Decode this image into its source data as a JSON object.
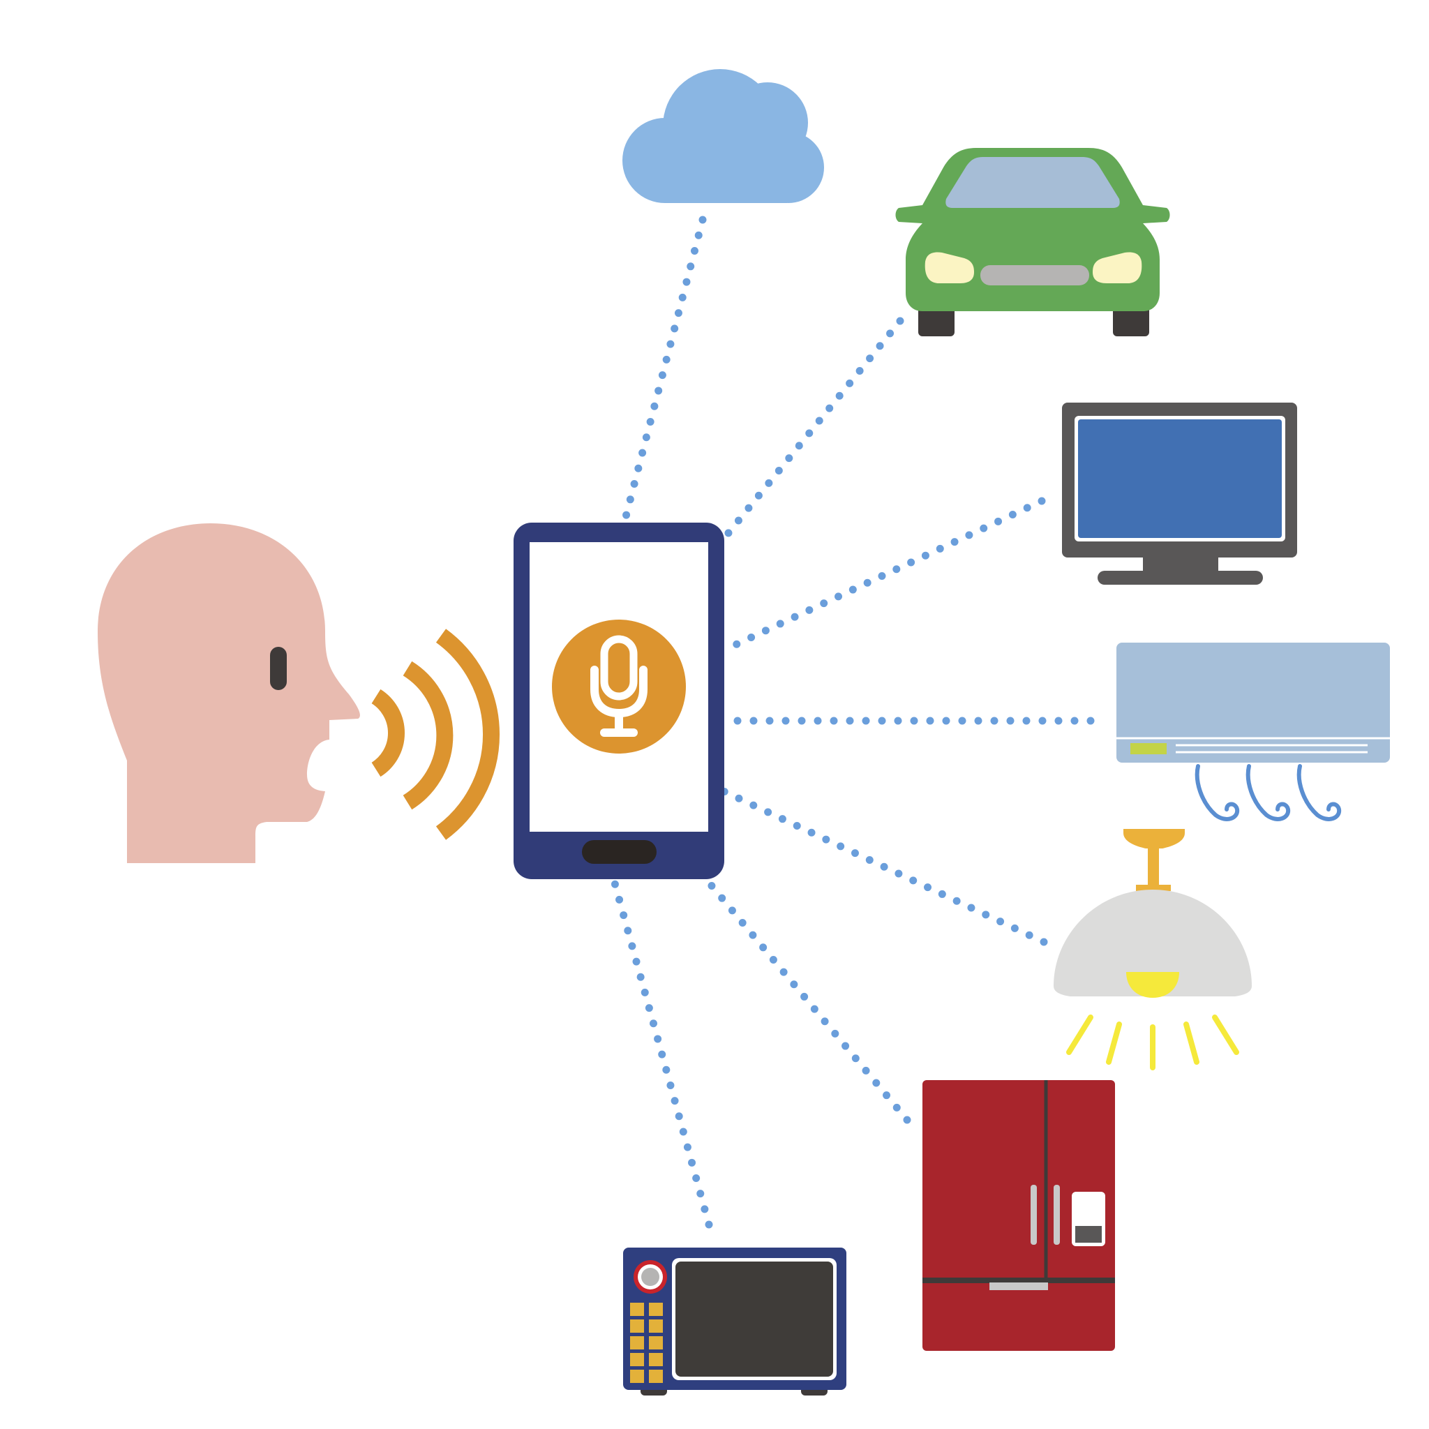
{
  "diagram": {
    "hub": "smartphone-voice-assistant",
    "speaker": "person-speaking",
    "connections": [
      "cloud",
      "car",
      "television",
      "air-conditioner",
      "ceiling-light",
      "refrigerator",
      "microwave"
    ],
    "icons": {
      "person": "person-head-icon",
      "sound": "sound-waves-icon",
      "phone": "smartphone-icon",
      "mic": "microphone-icon",
      "cloud": "cloud-icon",
      "car": "car-icon",
      "tv": "television-icon",
      "ac": "air-conditioner-icon",
      "light": "ceiling-light-icon",
      "fridge": "refrigerator-icon",
      "microwave": "microwave-icon"
    }
  },
  "colors": {
    "skin": "#e8bbb0",
    "feature": "#3e3a39",
    "accent_orange": "#dc942f",
    "phone_frame": "#313c78",
    "dots": "#6a9edb",
    "cloud": "#8ab6e3",
    "car_body": "#64a856",
    "car_glass": "#a6bdd6",
    "headlight": "#fbf4c3",
    "tv_frame": "#595757",
    "tv_screen": "#4170b3",
    "ac_body": "#a6bfd9",
    "ac_display": "#c3d347",
    "wind": "#5a8ed1",
    "lamp_shade": "#dcdcdb",
    "lamp_bulb": "#f5e93b",
    "lamp_arm": "#ebb13a",
    "fridge": "#a8252c",
    "microwave_frame": "#2f3f7f",
    "microwave_window": "#3f3c39",
    "microwave_button": "#e3b13a"
  }
}
